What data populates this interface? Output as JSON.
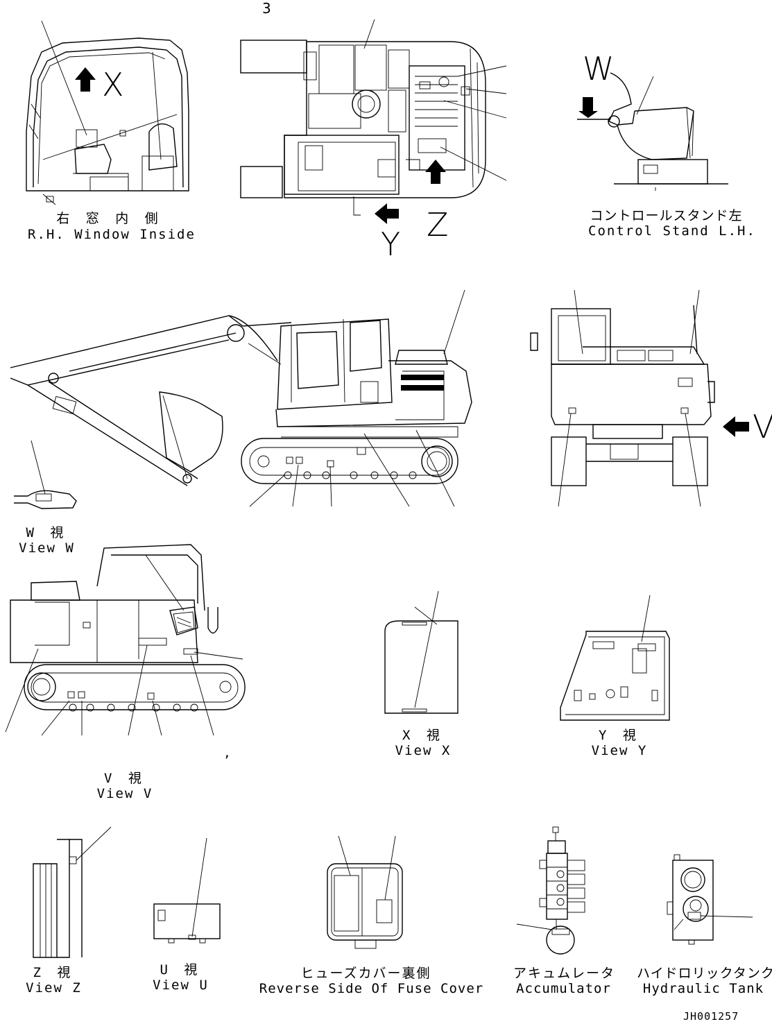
{
  "top_number": "3",
  "view_letters": {
    "x": "X",
    "y": "Y",
    "z": "Z",
    "w": "W",
    "v": "V",
    "u": "U"
  },
  "labels": {
    "rh_window": {
      "jp": "右 窓 内 側",
      "en": "R.H. Window Inside"
    },
    "control_stand": {
      "jp": "コントロールスタンド左",
      "en": "Control Stand L.H."
    },
    "view_w": {
      "jp": "W  視",
      "en": "View W"
    },
    "view_v": {
      "jp": "V  視",
      "en": "View V"
    },
    "view_x": {
      "jp": "X  視",
      "en": "View X"
    },
    "view_y": {
      "jp": "Y  視",
      "en": "View Y"
    },
    "view_z": {
      "jp": "Z  視",
      "en": "View Z"
    },
    "view_u": {
      "jp": "U  視",
      "en": "View U"
    },
    "fuse_cover": {
      "jp": "ヒューズカバー裏側",
      "en": "Reverse Side Of Fuse Cover"
    },
    "accumulator": {
      "jp": "アキュムレータ",
      "en": "Accumulator"
    },
    "hydraulic_tank": {
      "jp": "ハイドロリックタンク",
      "en": "Hydraulic Tank"
    }
  },
  "stray_mark": ",",
  "drawing_id": "JH001257"
}
